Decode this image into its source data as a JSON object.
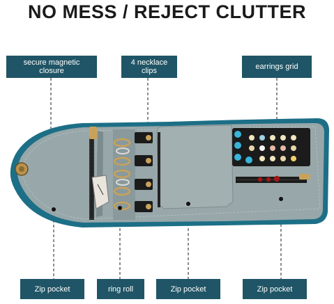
{
  "headline": "NO MESS / REJECT CLUTTER",
  "callouts": {
    "magnetic_line1": "secure magnetic",
    "magnetic_line2": "closure",
    "necklace_line1": "4 necklace",
    "necklace_line2": "clips",
    "earrings": "earrings grid",
    "zip_pocket_left": "Zip pocket",
    "ring_roll": "ring roll",
    "zip_pocket_center": "Zip pocket",
    "zip_pocket_right": "Zip pocket"
  },
  "colors": {
    "label_bg": "#1f5566",
    "case_edge": "#1c6f86",
    "lining": "#98a7a9",
    "line": "#444444"
  }
}
